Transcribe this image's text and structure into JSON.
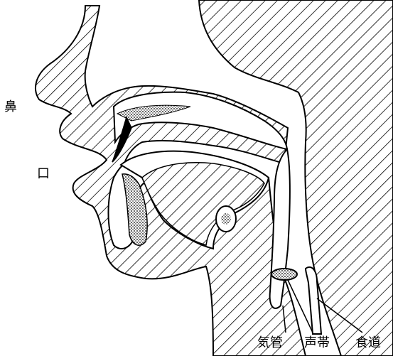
{
  "labels": {
    "nose": "鼻",
    "mouth": "口",
    "trachea": "気管",
    "vocal_cords": "声帯",
    "esophagus": "食道"
  },
  "colors": {
    "ink": "#000000",
    "paper": "#ffffff"
  }
}
